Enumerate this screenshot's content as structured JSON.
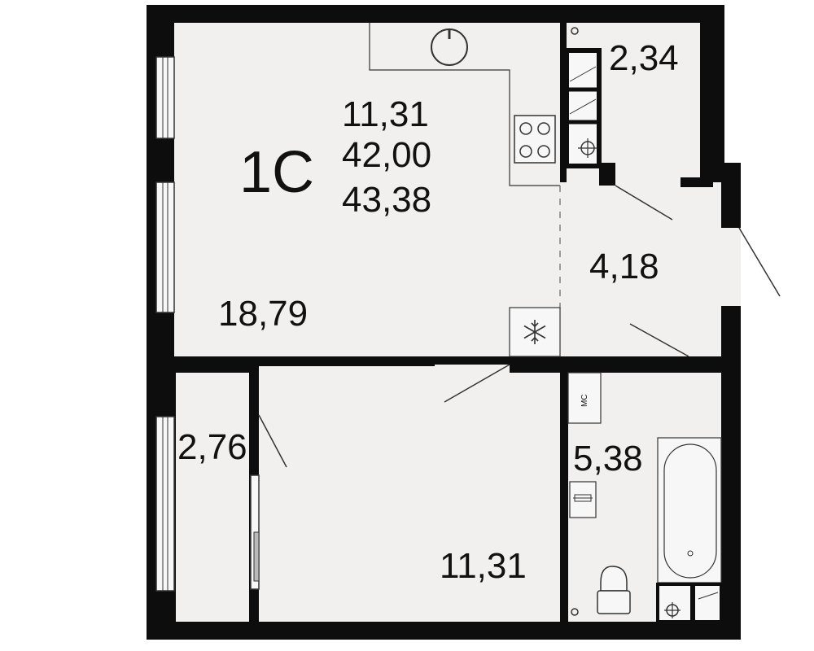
{
  "apartment": {
    "code": "1С",
    "living_area": "11,31",
    "total_area": "42,00",
    "total_area_with_balcony": "43,38"
  },
  "rooms": {
    "kitchen_living": "18,79",
    "bedroom": "11,31",
    "loggia": "2,76",
    "hallway": "4,18",
    "bathroom": "5,38",
    "wardrobe": "2,34"
  },
  "fixtures": {
    "bathroom_cabinet_label": "МС"
  },
  "icons": {
    "ac": "snowflake-icon",
    "stove": "stove-icon",
    "sink": "sink-icon",
    "toilet": "toilet-icon",
    "bathtub": "bathtub-icon",
    "riser": "riser-icon",
    "faucet": "faucet-icon"
  },
  "colors": {
    "wall": "#0d0d0d",
    "floor": "#f1f0ee",
    "line": "#333333"
  }
}
